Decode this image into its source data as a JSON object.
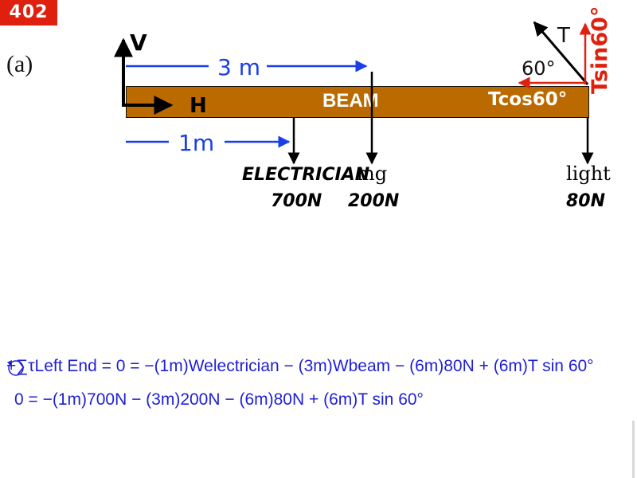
{
  "slide": {
    "badge": "402",
    "part_label": "(a)"
  },
  "diagram": {
    "beam_label": "BEAM",
    "vertical_force_label": "V",
    "horizontal_force_label": "H",
    "distance_beam_label": "3 m",
    "distance_electrician_label": "1m",
    "tension_label": "T",
    "angle_label": "60°",
    "tension_vertical_label": "Tsin60°",
    "tension_horizontal_label": "Tcos60°",
    "electrician_label": "ELECTRICIAN",
    "electrician_weight": "700N",
    "beam_weight_label": "mg",
    "beam_weight": "200N",
    "light_label": "light",
    "light_weight": "80N",
    "colors": {
      "beam": "#bb6a00",
      "distance_arrows": "#1a3ee8",
      "tension_components": "#e0200f",
      "equations": "#1f1fd6"
    }
  },
  "equations": {
    "line1": "+∑τLeft End = 0 = −(1m)Welectrician − (3m)Wbeam − (6m)80N + (6m)T sin 60°",
    "line2": "0 = −(1m)700N − (3m)200N − (6m)80N + (6m)T sin 60°"
  }
}
